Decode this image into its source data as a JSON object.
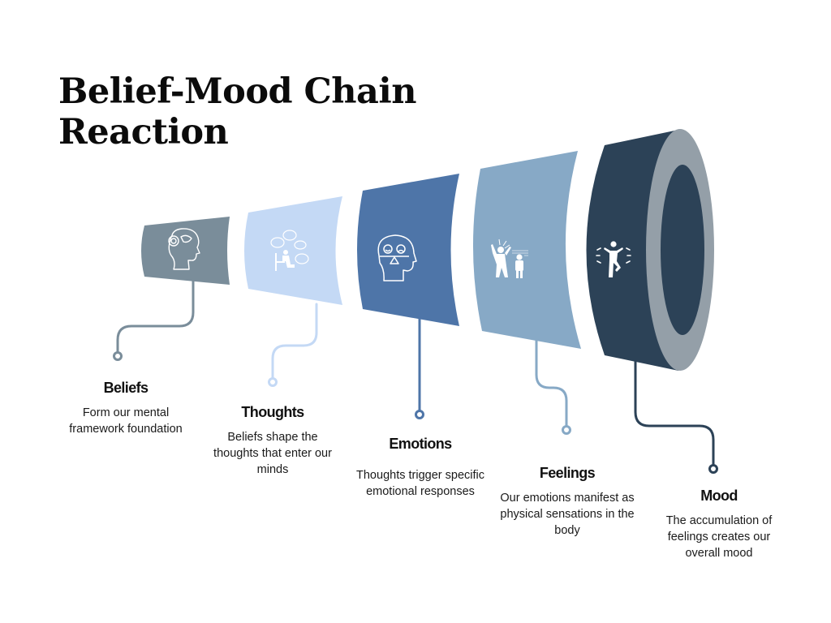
{
  "title": {
    "line1": "Belief-Mood Chain",
    "line2": "Reaction"
  },
  "colors": {
    "beliefs": "#7a8d9a",
    "thoughts": "#c4d9f5",
    "emotions": "#4e75a8",
    "feelings": "#87a9c6",
    "mood": "#2c4257",
    "mood_rim": "#949fa8"
  },
  "stages": [
    {
      "id": "beliefs",
      "heading": "Beliefs",
      "description": "Form our mental framework foundation",
      "icon": "head-gears-icon"
    },
    {
      "id": "thoughts",
      "heading": "Thoughts",
      "description": "Beliefs shape the thoughts that enter our minds",
      "icon": "thinking-person-clouds-icon"
    },
    {
      "id": "emotions",
      "heading": "Emotions",
      "description": "Thoughts trigger specific emotional responses",
      "icon": "head-emotion-balance-icon"
    },
    {
      "id": "feelings",
      "heading": "Feelings",
      "description": "Our emotions manifest as physical sensations in the body",
      "icon": "people-sensations-icon"
    },
    {
      "id": "mood",
      "heading": "Mood",
      "description": "The accumulation of feelings creates our overall mood",
      "icon": "person-dancing-icon"
    }
  ]
}
